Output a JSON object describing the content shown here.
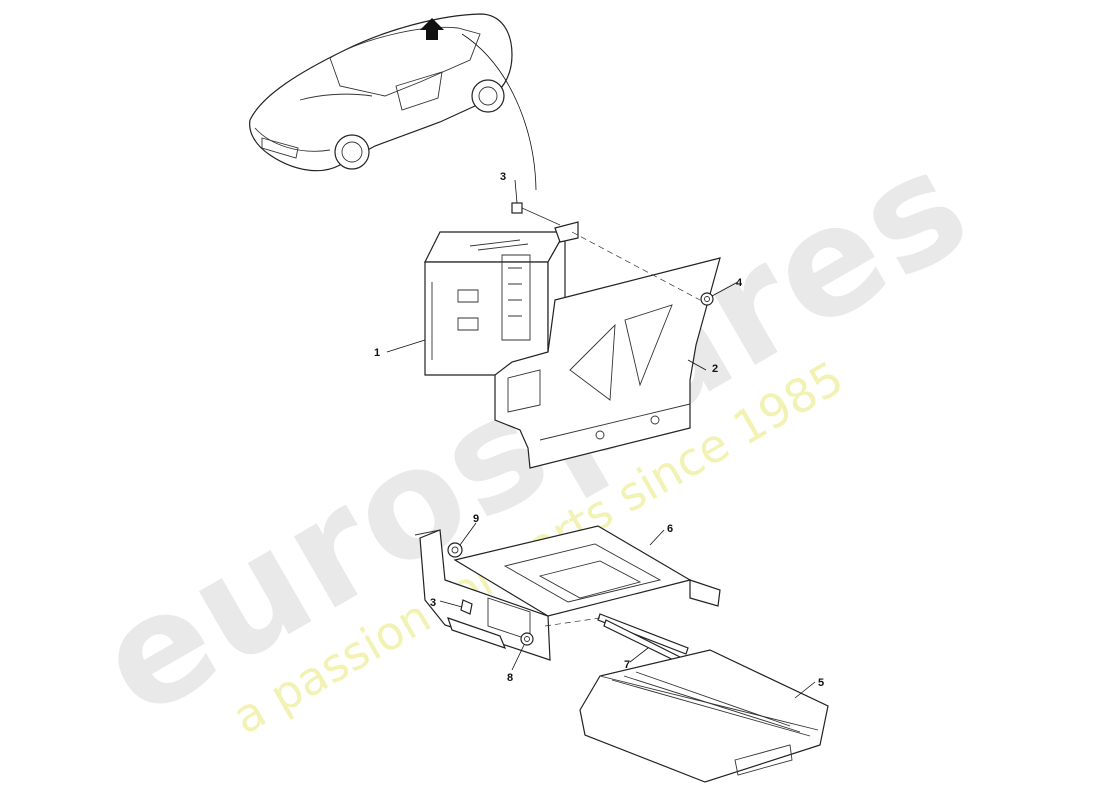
{
  "watermark": {
    "brand": "eurospares",
    "tagline": "a passion for parts since 1985"
  },
  "callouts": {
    "c1": "1",
    "c2": "2",
    "c3a": "3",
    "c3b": "3",
    "c4": "4",
    "c5": "5",
    "c6": "6",
    "c7": "7",
    "c8": "8",
    "c9": "9"
  },
  "colors": {
    "watermark_gray": "#e9e9e9",
    "watermark_yellow": "#f2f2b4",
    "line": "#222222"
  }
}
